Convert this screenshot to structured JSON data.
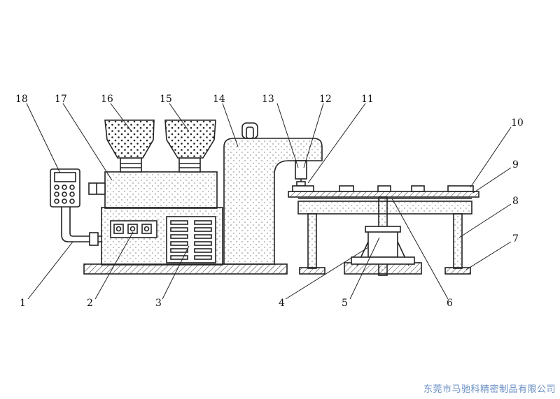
{
  "diagram": {
    "labels": {
      "l1": "1",
      "l2": "2",
      "l3": "3",
      "l4": "4",
      "l5": "5",
      "l6": "6",
      "l7": "7",
      "l8": "8",
      "l9": "9",
      "l10": "10",
      "l11": "11",
      "l12": "12",
      "l13": "13",
      "l14": "14",
      "l15": "15",
      "l16": "16",
      "l17": "17",
      "l18": "18"
    }
  },
  "watermark": "东莞市马驰科精密制品有限公司",
  "colors": {
    "line": "#222222",
    "watermark": "#6a8fc4"
  }
}
